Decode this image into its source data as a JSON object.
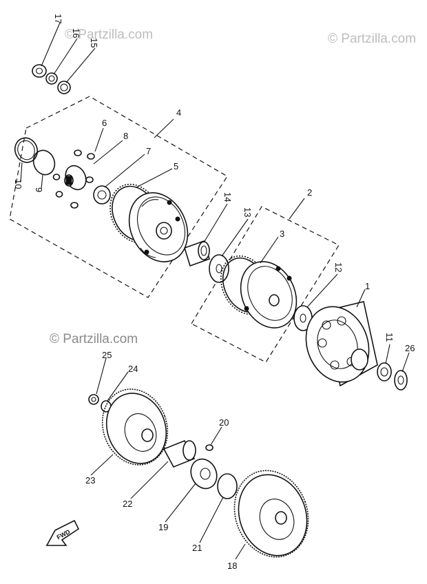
{
  "watermarks": [
    "© Partzilla.com",
    "© Partzilla.com",
    "© Partzilla.com"
  ],
  "direction_label": "FWD",
  "callouts": [
    "1",
    "2",
    "3",
    "4",
    "5",
    "6",
    "7",
    "8",
    "9",
    "10",
    "11",
    "12",
    "13",
    "14",
    "15",
    "16",
    "17",
    "18",
    "19",
    "20",
    "21",
    "22",
    "23",
    "24",
    "25",
    "26"
  ]
}
